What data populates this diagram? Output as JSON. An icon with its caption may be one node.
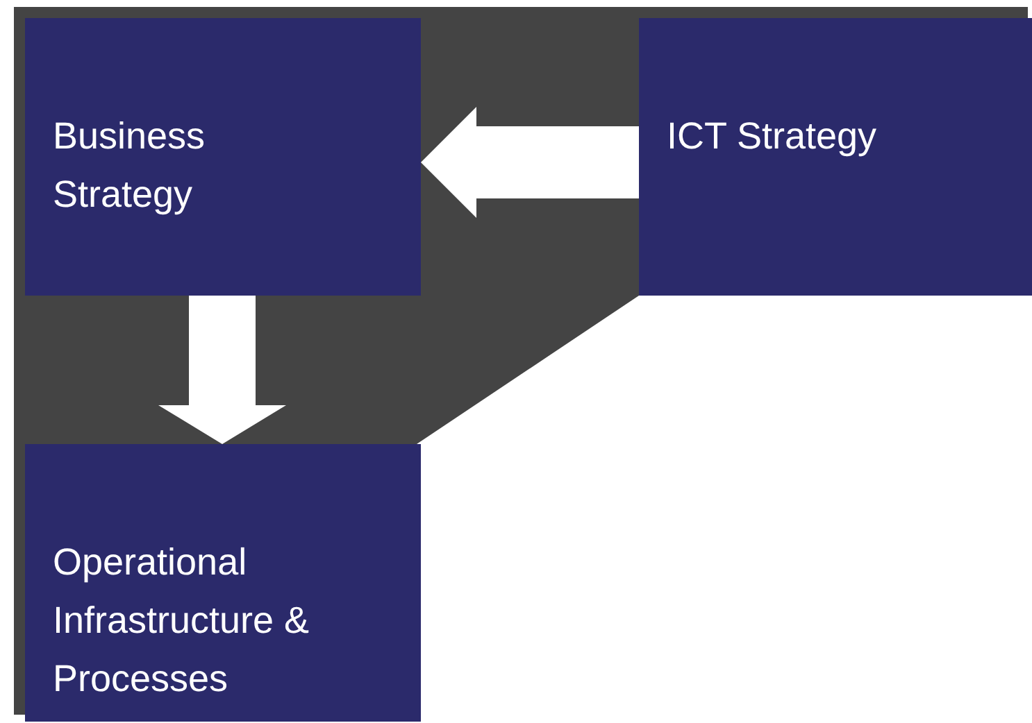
{
  "diagram": {
    "nodes": [
      {
        "text": [
          "Business Strategy"
        ]
      },
      {
        "text": [
          "ICT Strategy"
        ]
      },
      {
        "text": [
          "Operational Infrastructure & Processes"
        ]
      }
    ],
    "edges": [
      {
        "from": 1,
        "to": 0,
        "arrow": "to"
      },
      {
        "from": 0,
        "to": 2,
        "arrow": "to"
      }
    ]
  }
}
